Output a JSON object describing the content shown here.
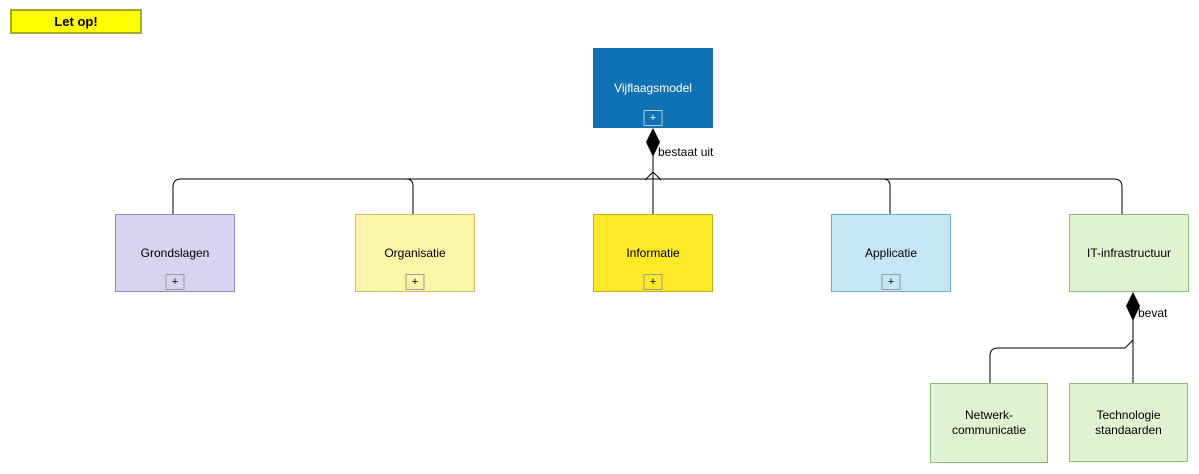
{
  "canvas": {
    "background": "#ffffff",
    "line_color": "#000000"
  },
  "note": {
    "label": "Let op!",
    "fill": "#ffff00",
    "border": "#a8a82a",
    "text_color": "#000000"
  },
  "relations": {
    "bestaat_uit_label": "bestaat uit",
    "bevat_label": "bevat",
    "diamond_color": "#000000"
  },
  "nodes": {
    "vijflaagsmodel": {
      "label": "Vijflaagsmodel",
      "fill": "#0e72b5",
      "border": "#0e72b5",
      "text_color": "#ffffff",
      "expand_label": "+"
    },
    "grondslagen": {
      "label": "Grondslagen",
      "fill": "#d9d2f0",
      "border": "#9289c4",
      "text_color": "#000000",
      "expand_label": "+"
    },
    "organisatie": {
      "label": "Organisatie",
      "fill": "#fbf5a7",
      "border": "#c9be58",
      "text_color": "#000000",
      "expand_label": "+"
    },
    "informatie": {
      "label": "Informatie",
      "fill": "#fde928",
      "border": "#c2a91e",
      "text_color": "#000000",
      "expand_label": "+"
    },
    "applicatie": {
      "label": "Applicatie",
      "fill": "#c4e6f6",
      "border": "#6caed3",
      "text_color": "#000000",
      "expand_label": "+"
    },
    "it_infrastructuur": {
      "label": "IT-infrastructuur",
      "fill": "#dff3d1",
      "border": "#8cbe71",
      "text_color": "#000000"
    },
    "netwerk_communicatie": {
      "label": "Netwerk-\ncommunicatie",
      "fill": "#dff3d1",
      "border": "#8cbe71",
      "text_color": "#000000"
    },
    "technologie_standaarden": {
      "label": "Technologie\nstandaarden",
      "fill": "#dff3d1",
      "border": "#8cbe71",
      "text_color": "#000000"
    }
  }
}
